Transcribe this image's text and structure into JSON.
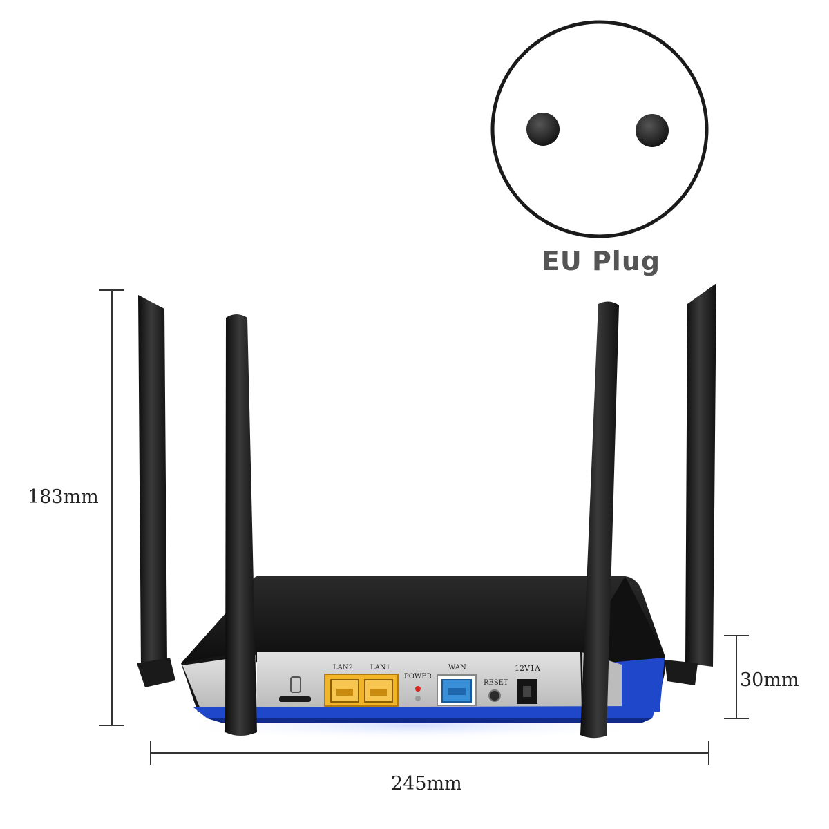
{
  "plug": {
    "label": "EU Plug",
    "pin_color": "#1c1c1c"
  },
  "dimensions": {
    "height": "183mm",
    "width": "245mm",
    "thickness": "30mm"
  },
  "ports": {
    "lan2": "LAN2",
    "lan1": "LAN1",
    "power": "POWER",
    "wan": "WAN",
    "reset": "RESET",
    "dc": "12V1A"
  },
  "colors": {
    "body": "#161616",
    "accent_blue": "#1f47c9",
    "panel": "#c9c9c9",
    "lan_port": "#f2b428",
    "wan_port": "#3a8fd9"
  }
}
